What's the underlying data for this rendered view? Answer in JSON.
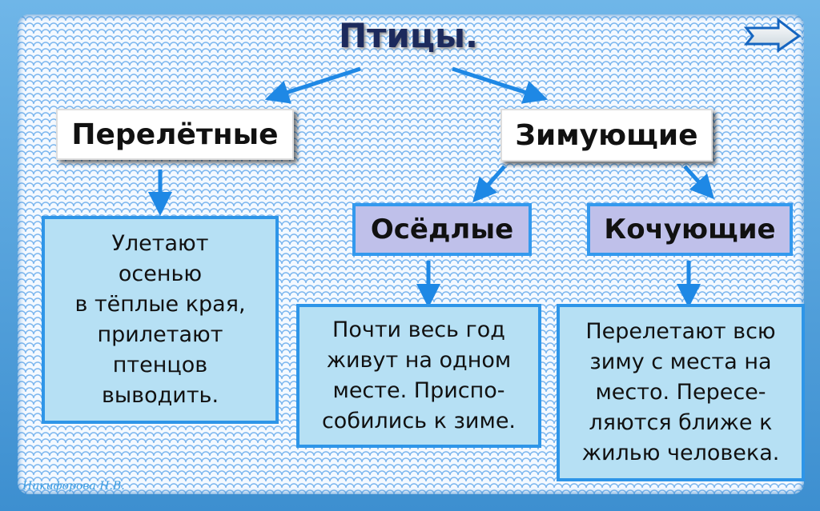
{
  "title": "Птицы.",
  "nodes": {
    "migratory": "Перелётные",
    "wintering": "Зимующие",
    "sedentary": "Осёдлые",
    "nomadic": "Кочующие"
  },
  "descriptions": {
    "migratory": "Улетают\nосенью\nв тёплые края,\nприлетают\nптенцов\nвыводить.",
    "sedentary": "Почти весь год\nживут на одном\nместе. Приспо-\nсобились к зиме.",
    "nomadic": "Перелетают всю\nзиму с места на\nместо. Пересе-\nляются ближе к\nжилью человека."
  },
  "watermark": "Никифорова Н.В.",
  "colors": {
    "arrow": "#1e88e5",
    "sub_fill": "#bfc0ea",
    "desc_fill": "#b6e0f4",
    "border": "#2e95e8"
  },
  "icons": {
    "next": "right-arrow-icon"
  }
}
